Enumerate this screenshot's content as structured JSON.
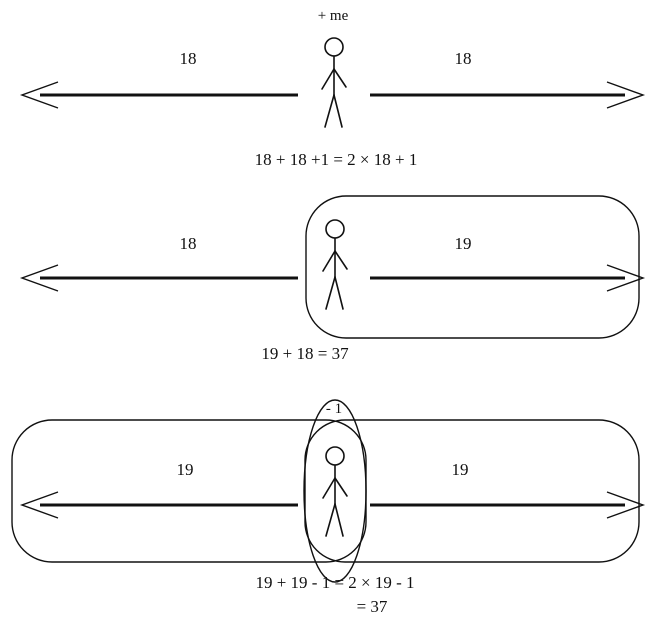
{
  "panel1": {
    "top_label": "+ me",
    "left_count": "18",
    "right_count": "18",
    "equation": "18 + 18 +1  =  2 × 18 + 1"
  },
  "panel2": {
    "left_count": "18",
    "right_count": "19",
    "equation": "19 + 18  =  37"
  },
  "panel3": {
    "top_label": "- 1",
    "left_count": "19",
    "right_count": "19",
    "equation_line1": "19 + 19 - 1  =  2  × 19 - 1",
    "equation_line2": "=  37"
  }
}
